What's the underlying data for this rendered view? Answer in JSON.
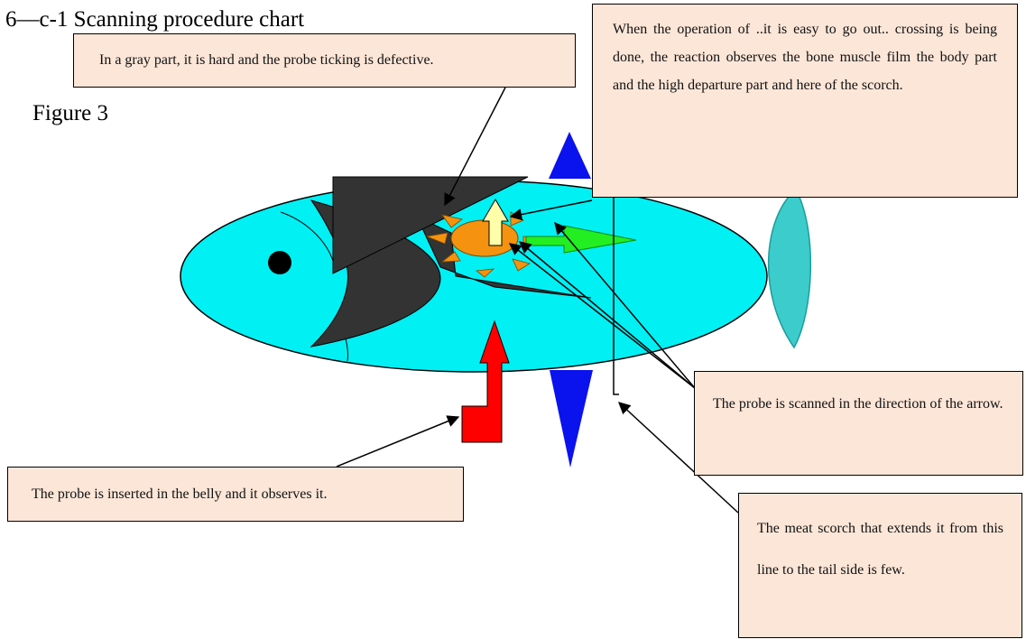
{
  "title": "6―c-1 Scanning procedure chart",
  "figure_label": "Figure 3",
  "notes": {
    "gray_part": "In a gray part, it is hard and the probe ticking is defective.",
    "operation": "When the operation of ..it is easy to go out.. crossing is being done, the reaction observes the bone muscle film the body part and the high departure part and here of the scorch.",
    "belly": "The probe is inserted in the belly and it observes it.",
    "scan_direction": "The probe is scanned in the direction of the arrow.",
    "meat_scorch": "The meat scorch that extends it from this line to the tail side is few."
  },
  "colors": {
    "fish_body": "#00f0f4",
    "fish_tail": "#3ccccc",
    "gray_region": "#333333",
    "scorch": "#f5920f",
    "probe_arrow": "#ff0000",
    "scan_arrow": "#22ee22",
    "up_arrow": "#ffffaa",
    "blue_markers": "#0a12ee",
    "note_fill": "#fce6d8"
  },
  "icons": {
    "fish_eye": "black-dot",
    "blue_markers": "triangle"
  }
}
